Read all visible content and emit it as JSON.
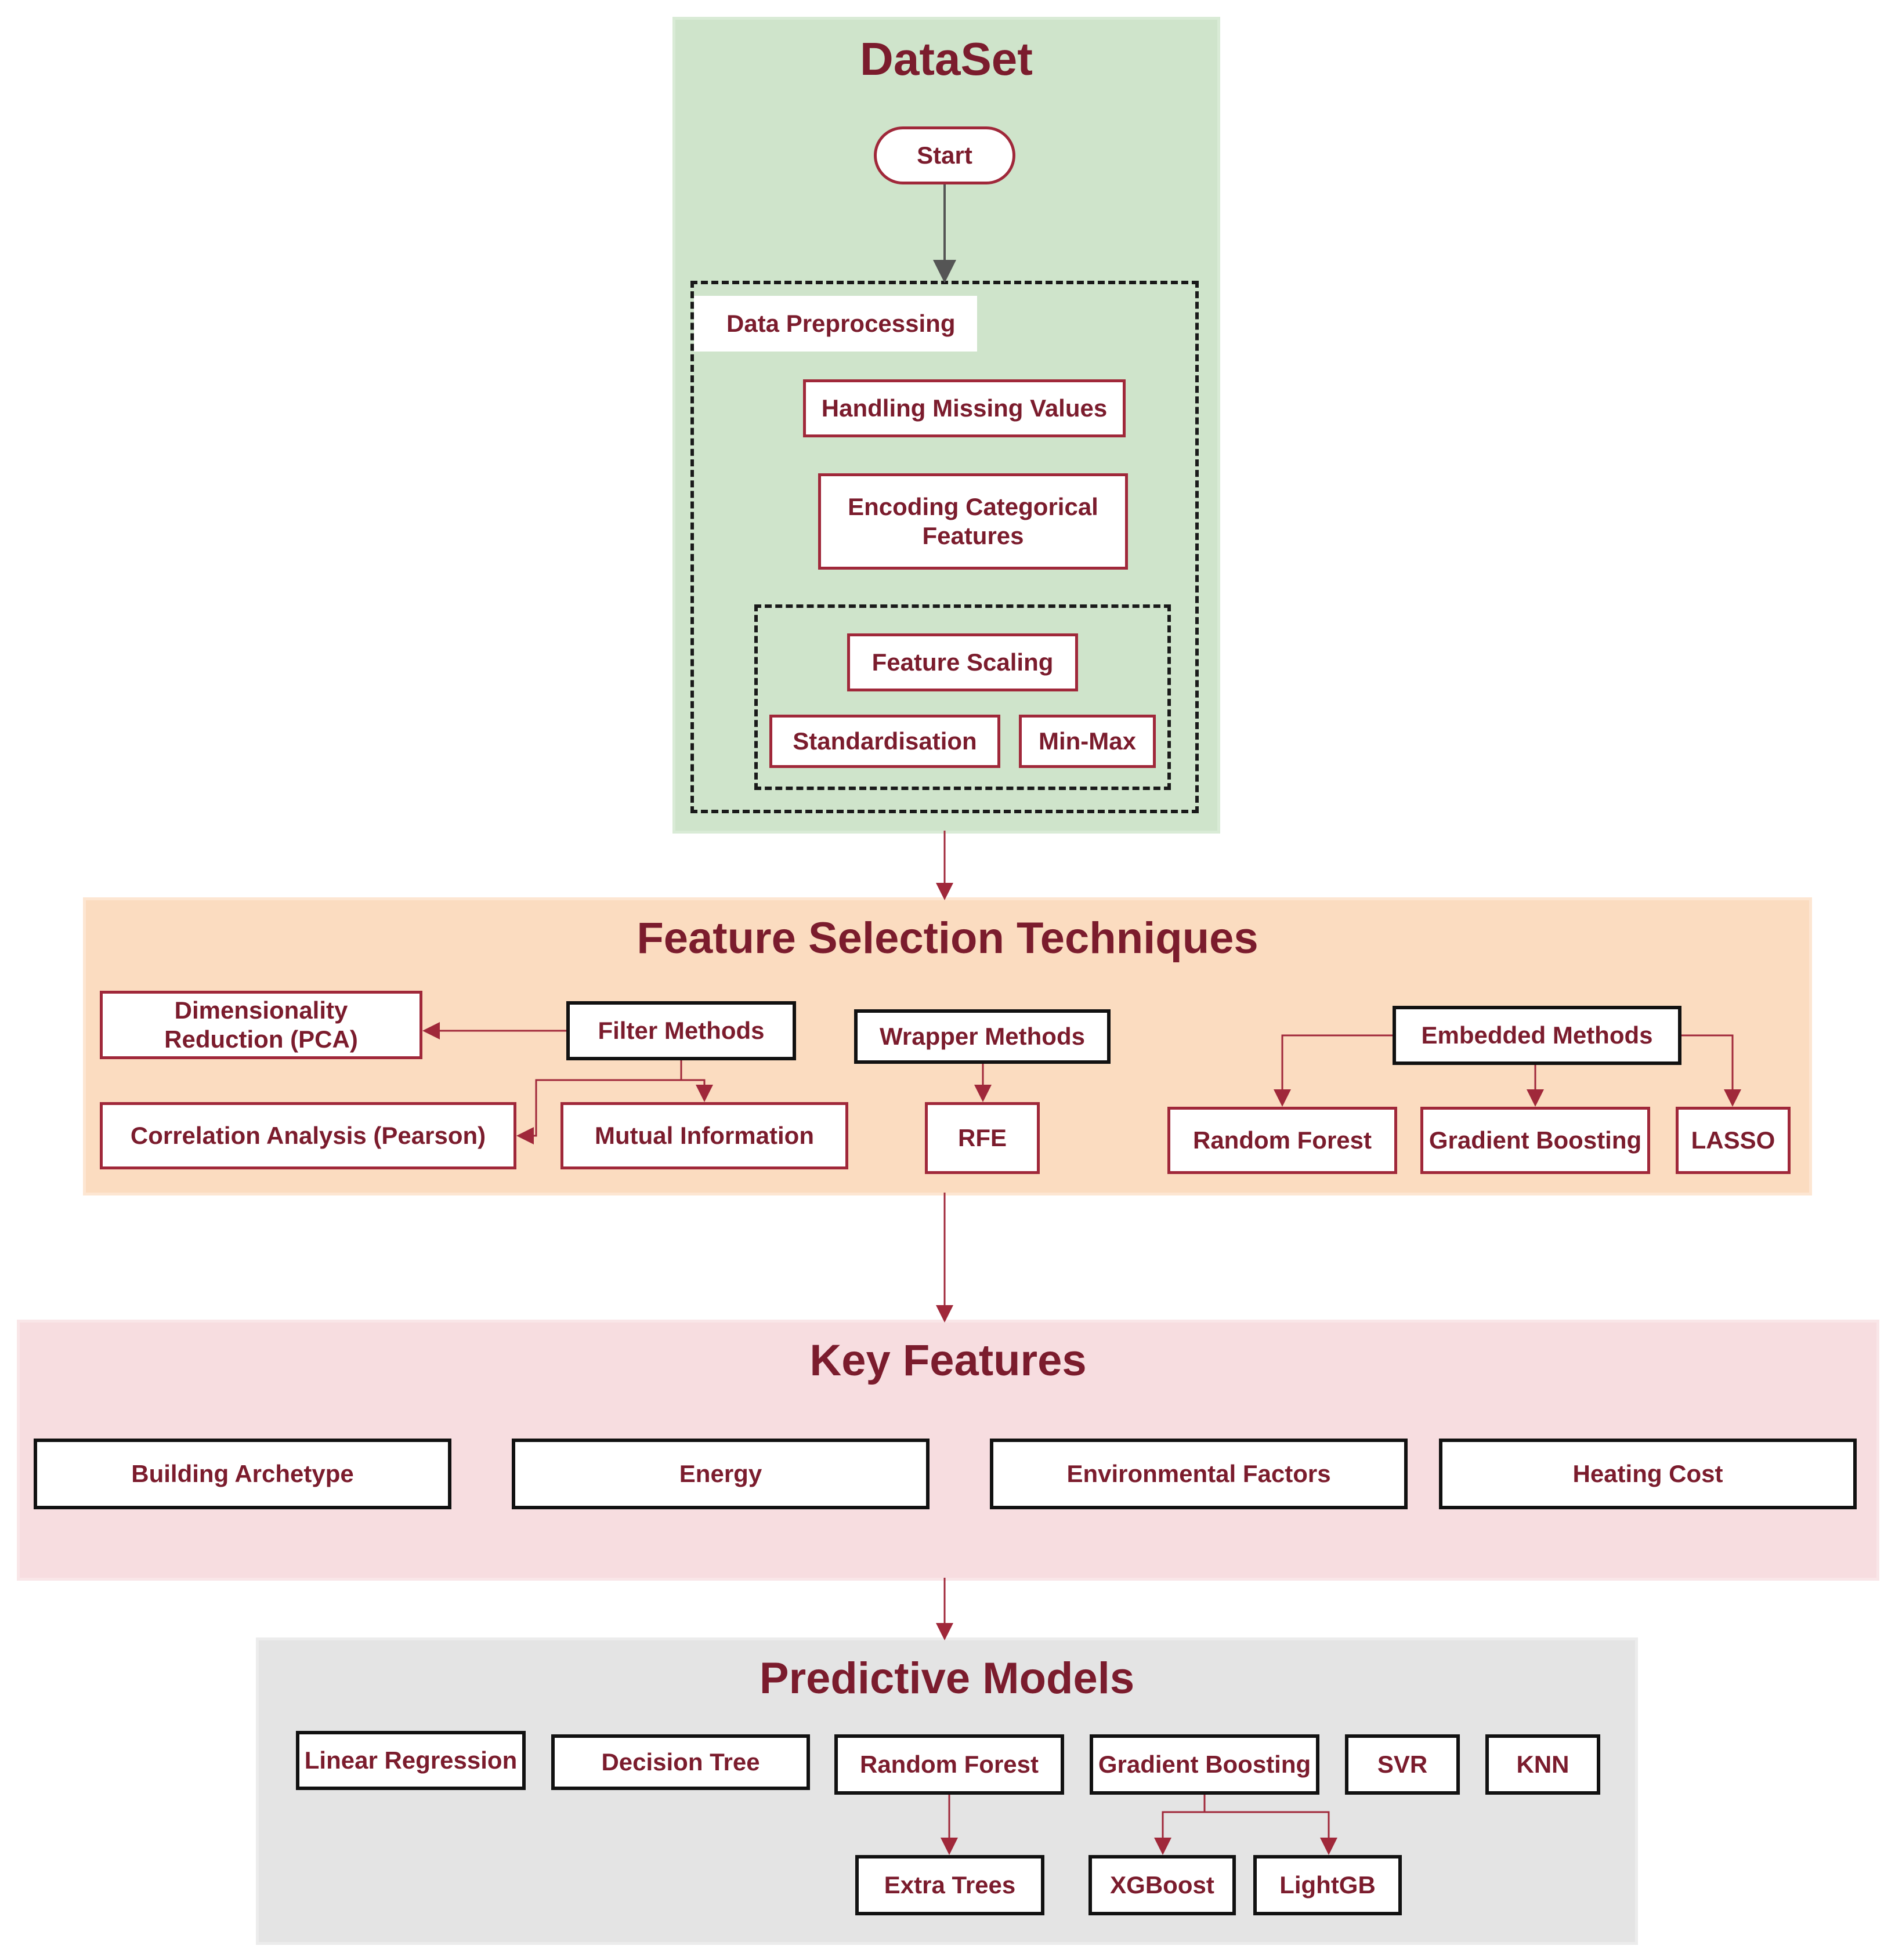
{
  "dataset": {
    "title": "DataSet",
    "start": "Start",
    "preprocessing_label": "Data Preprocessing",
    "missing_values": "Handling Missing Values",
    "encoding": "Encoding Categorical Features",
    "feature_scaling": "Feature Scaling",
    "standardisation": "Standardisation",
    "minmax": "Min-Max"
  },
  "feature_selection": {
    "title": "Feature Selection Techniques",
    "dim_reduction": "Dimensionality Reduction (PCA)",
    "filter_methods": "Filter Methods",
    "correlation": "Correlation Analysis (Pearson)",
    "mutual_info": "Mutual Information",
    "wrapper_methods": "Wrapper Methods",
    "rfe": "RFE",
    "embedded_methods": "Embedded Methods",
    "random_forest": "Random Forest",
    "gradient_boosting": "Gradient Boosting",
    "lasso": "LASSO"
  },
  "key_features": {
    "title": "Key Features",
    "items": [
      "Building Archetype",
      "Energy",
      "Environmental Factors",
      "Heating Cost"
    ]
  },
  "predictive_models": {
    "title": "Predictive Models",
    "linear_regression": "Linear Regression",
    "decision_tree": "Decision Tree",
    "random_forest": "Random Forest",
    "gradient_boosting": "Gradient Boosting",
    "svr": "SVR",
    "knn": "KNN",
    "extra_trees": "Extra Trees",
    "xgboost": "XGBoost",
    "lightgb": "LightGB"
  },
  "colors": {
    "dataset_bg": "#cfe4cb",
    "feature_selection_bg": "#fbdcc0",
    "key_features_bg": "#f7dde0",
    "predictive_models_bg": "#e4e4e4",
    "title_text": "#7b1c2d",
    "connector": "#a0283a"
  }
}
